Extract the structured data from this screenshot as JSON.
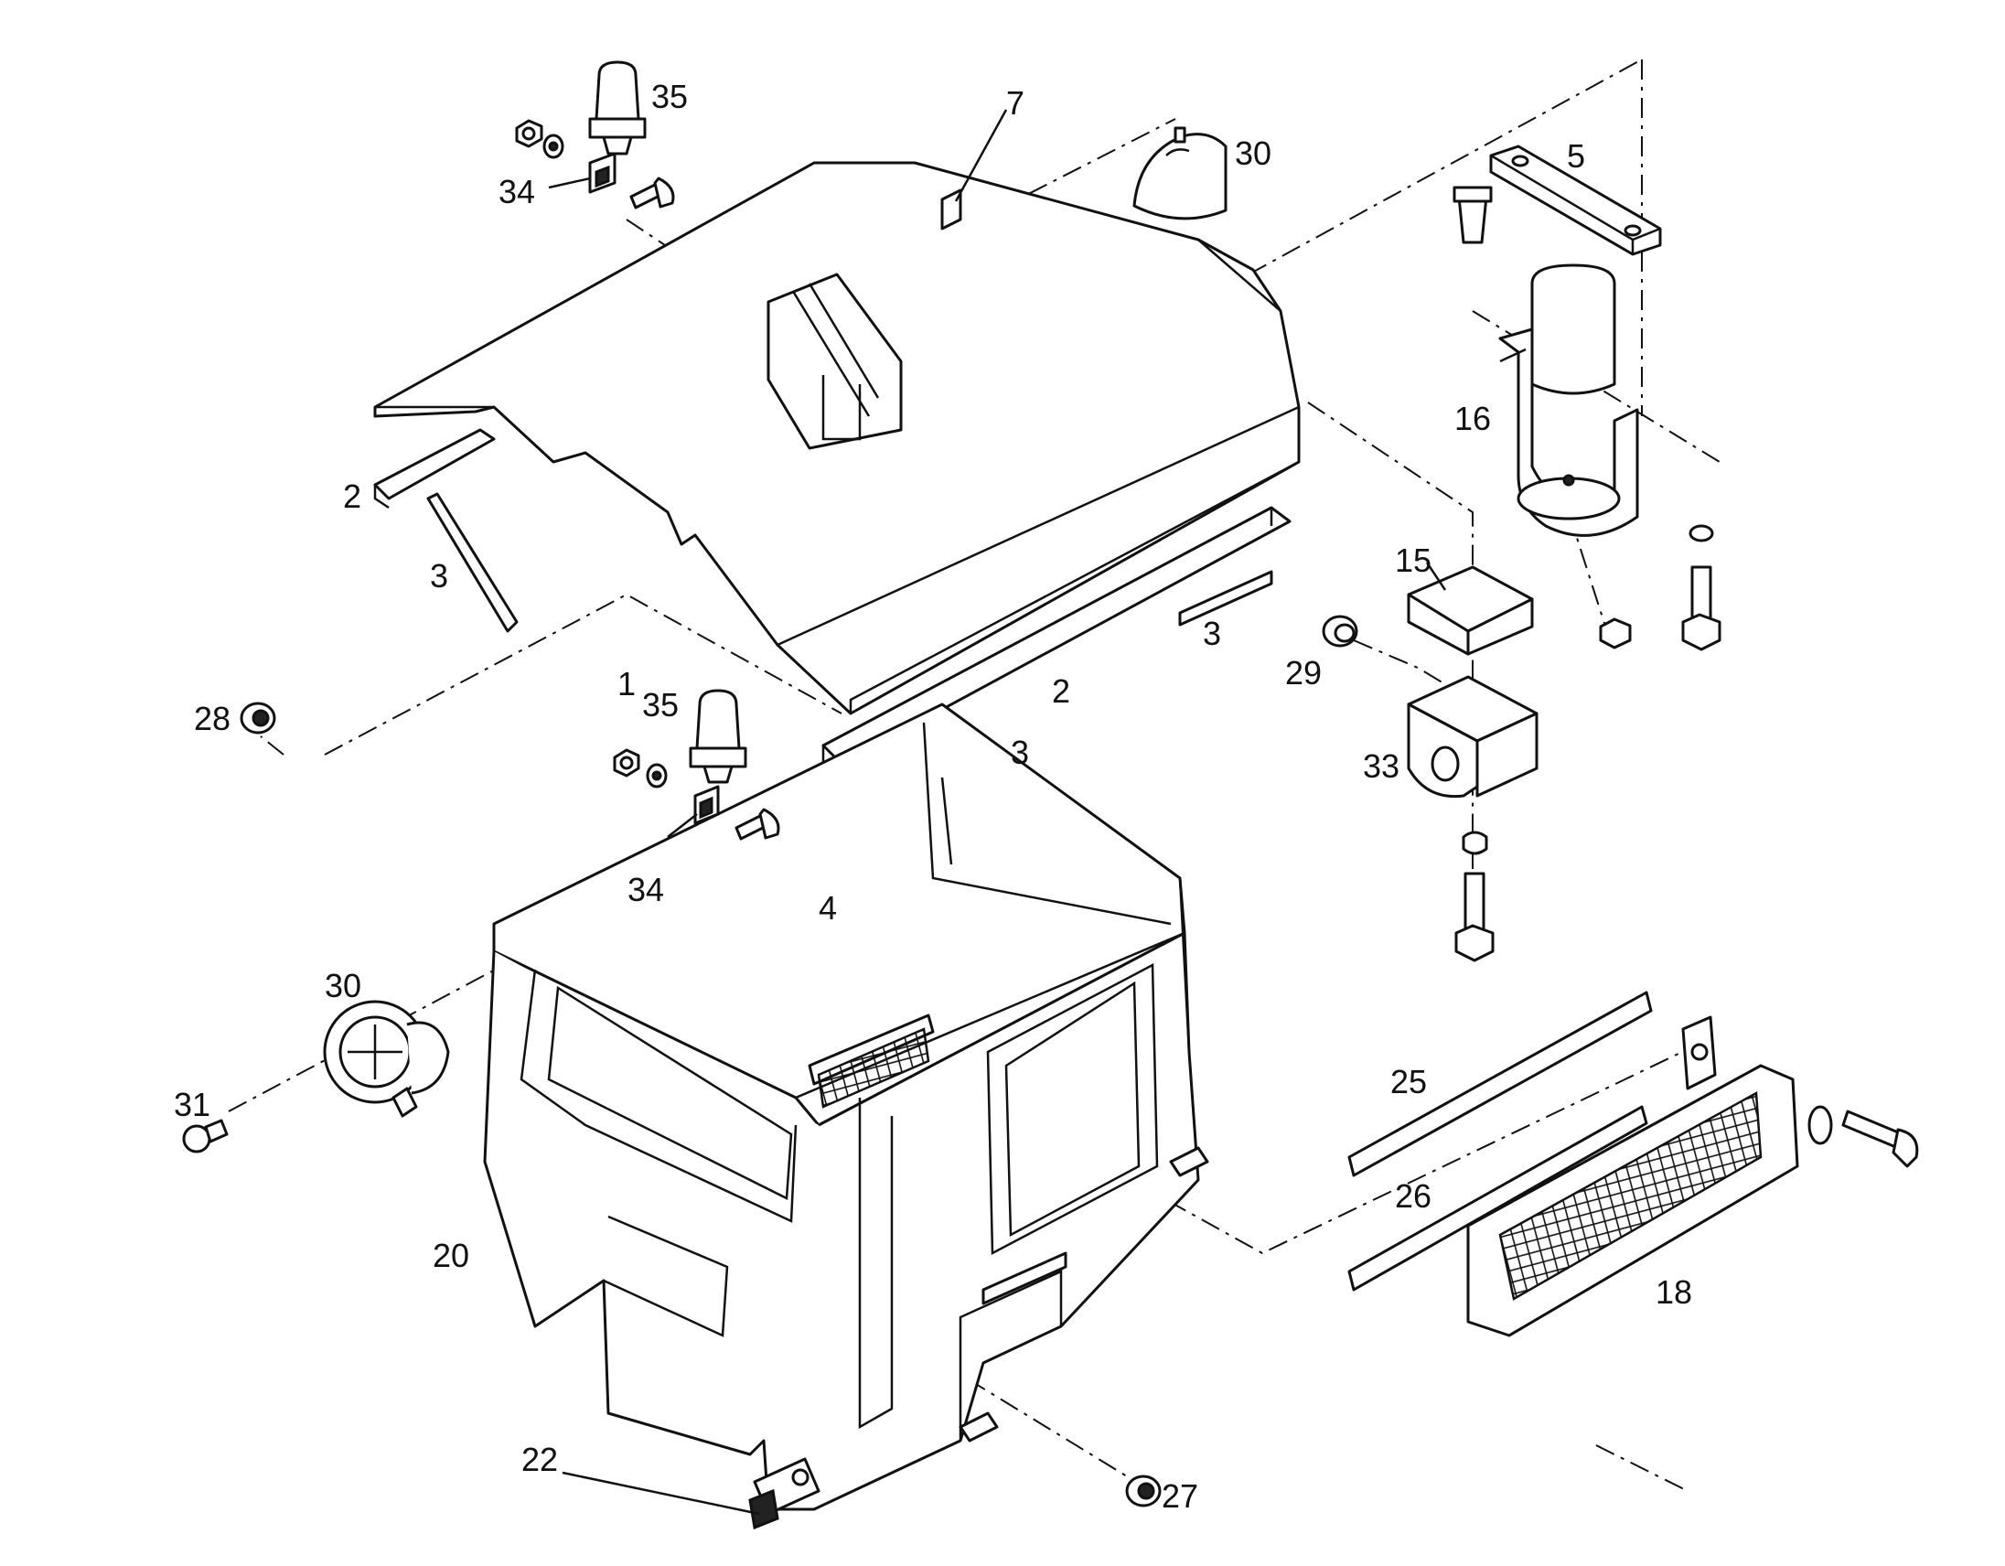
{
  "callouts": {
    "c1": "1",
    "c2a": "2",
    "c2b": "2",
    "c3a": "3",
    "c3b": "3",
    "c3c": "3",
    "c4": "4",
    "c5": "5",
    "c7": "7",
    "c15": "15",
    "c16": "16",
    "c18": "18",
    "c20": "20",
    "c22": "22",
    "c25": "25",
    "c26": "26",
    "c27": "27",
    "c28": "28",
    "c29": "29",
    "c30a": "30",
    "c30b": "30",
    "c31": "31",
    "c33": "33",
    "c34a": "34",
    "c34b": "34",
    "c35a": "35",
    "c35b": "35"
  },
  "colors": {
    "ink": "#111111",
    "paper": "#ffffff"
  }
}
